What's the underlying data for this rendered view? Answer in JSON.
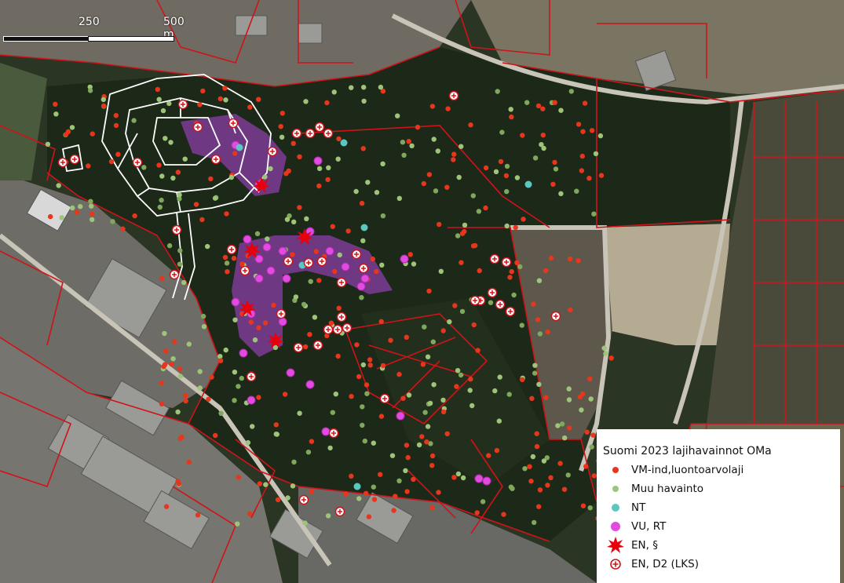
{
  "scale": {
    "labels": [
      "250",
      "500 m"
    ]
  },
  "legend": {
    "title": "Suomi 2023 lajihavainnot OMa",
    "items": [
      {
        "label": "VM-ind,luontoarvolaji",
        "symbol": "dot-red",
        "color": "#e8361c"
      },
      {
        "label": "Muu havainto",
        "symbol": "dot-green",
        "color": "#9ec47a"
      },
      {
        "label": "NT",
        "symbol": "dot-cyan",
        "color": "#5ac8c0"
      },
      {
        "label": "VU, RT",
        "symbol": "dot-magenta",
        "color": "#e14be0"
      },
      {
        "label": "EN, §",
        "symbol": "starburst-icon",
        "color": "#e8000b"
      },
      {
        "label": "EN, D2 (LKS)",
        "symbol": "circle-cross-icon",
        "color": "#d0131a"
      }
    ]
  },
  "colors": {
    "parcel_lines": "#d0131a",
    "area_fill": "#8a3ea6",
    "planned_blocks": "#ffffff",
    "forest": "#1c2a18",
    "urban": "#6c6f6a"
  }
}
